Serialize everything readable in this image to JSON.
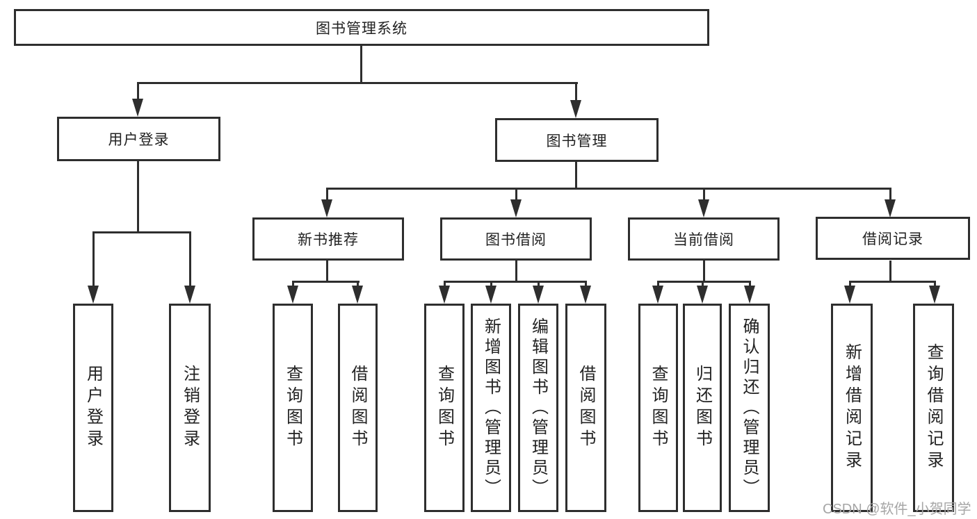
{
  "tree": {
    "label": "图书管理系统",
    "children": [
      {
        "label": "用户登录",
        "children": [
          {
            "label": "用户登录"
          },
          {
            "label": "注销登录"
          }
        ]
      },
      {
        "label": "图书管理",
        "children": [
          {
            "label": "新书推荐",
            "children": [
              {
                "label": "查询图书"
              },
              {
                "label": "借阅图书"
              }
            ]
          },
          {
            "label": "图书借阅",
            "children": [
              {
                "label": "查询图书"
              },
              {
                "label": "新增图书（管理员）"
              },
              {
                "label": "编辑图书（管理员）"
              },
              {
                "label": "借阅图书"
              }
            ]
          },
          {
            "label": "当前借阅",
            "children": [
              {
                "label": "查询图书"
              },
              {
                "label": "归还图书"
              },
              {
                "label": "确认归还（管理员）"
              }
            ]
          },
          {
            "label": "借阅记录",
            "children": [
              {
                "label": "新增借阅记录"
              },
              {
                "label": "查询借阅记录"
              }
            ]
          }
        ]
      }
    ]
  },
  "watermark": "CSDN @软件_小贺同学",
  "colors": {
    "line": "#2e2e2e",
    "text": "#222222",
    "watermark": "#a6a6a6"
  }
}
